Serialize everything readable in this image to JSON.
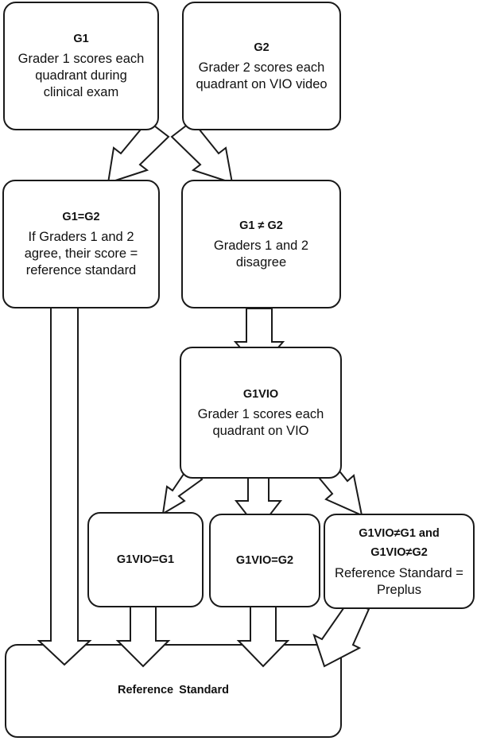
{
  "nodes": {
    "g1": {
      "title": "G1",
      "text": "Grader 1 scores each\nquadrant during\nclinical exam"
    },
    "g2": {
      "title": "G2",
      "text": "Grader 2 scores each\nquadrant on VIO video"
    },
    "agree": {
      "title": "G1=G2",
      "text": "If Graders 1 and 2\nagree, their score =\nreference standard"
    },
    "disagree": {
      "title": "G1 ≠ G2",
      "text": "Graders 1 and 2\ndisagree"
    },
    "g1vio": {
      "title": "G1VIO",
      "text": "Grader 1 scores each\nquadrant on VIO"
    },
    "vio_g1": {
      "title": "G1VIO=G1"
    },
    "vio_g2": {
      "title": "G1VIO=G2"
    },
    "vio_neither": {
      "title": "G1VIO≠G1 and\nG1VIO≠G2",
      "text": "Reference Standard =\nPreplus"
    },
    "reference": {
      "title": "Reference  Standard"
    }
  }
}
